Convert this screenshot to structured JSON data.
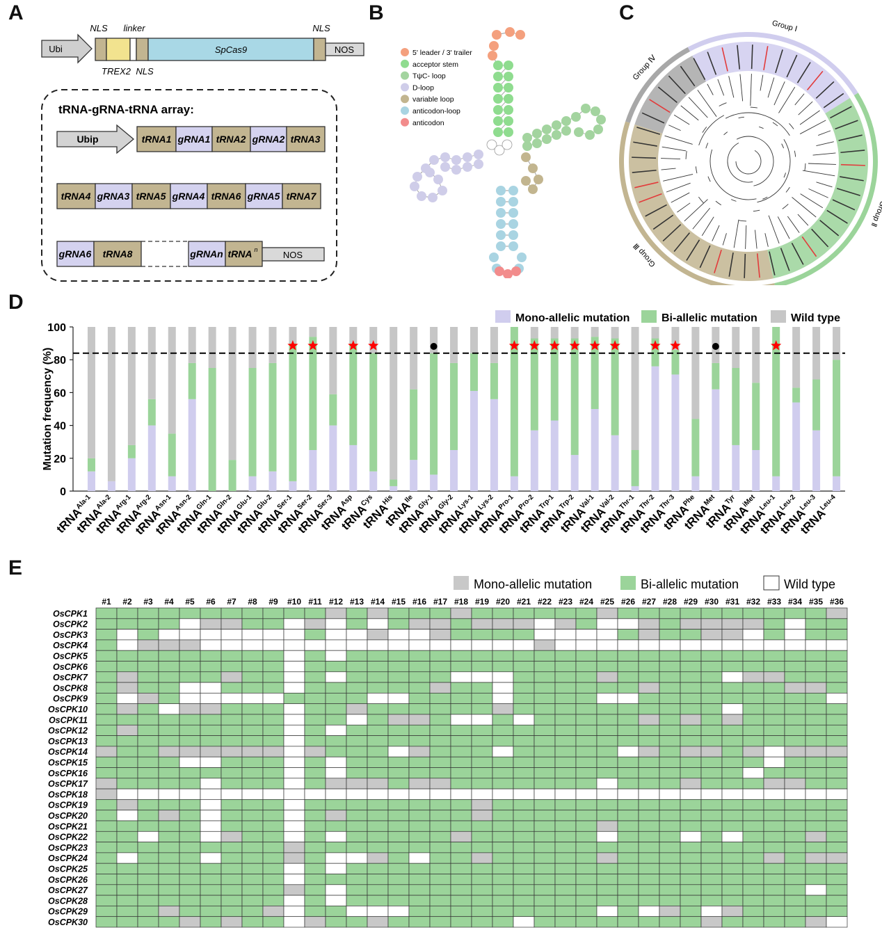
{
  "panel_a": {
    "letter": "A",
    "construct": {
      "promoter": "Ubi",
      "nls1": "NLS",
      "linker": "linker",
      "trex2": "TREX2",
      "nls2": "NLS",
      "cas9": "SpCas9",
      "nls3": "NLS",
      "terminator": "NOS"
    },
    "array_title": "tRNA-gRNA-tRNA array:",
    "row1": {
      "promoter": "Ubip",
      "parts": [
        "tRNA1",
        "gRNA1",
        "tRNA2",
        "gRNA2",
        "tRNA3"
      ]
    },
    "row2": {
      "parts": [
        "tRNA4",
        "gRNA3",
        "tRNA5",
        "gRNA4",
        "tRNA6",
        "gRNA5",
        "tRNA7"
      ]
    },
    "row3": {
      "parts_left": [
        "gRNA6",
        "tRNA8"
      ],
      "part_gn": "gRNAn",
      "part_tn": "tRNA",
      "part_tn_sup": "n",
      "terminator": "NOS"
    }
  },
  "panel_b": {
    "letter": "B",
    "legend": [
      {
        "label": "5' leader / 3' trailer",
        "color": "#f4a07e"
      },
      {
        "label": "acceptor stem",
        "color": "#8fdc8f"
      },
      {
        "label": "TψC- loop",
        "color": "#a3d49f"
      },
      {
        "label": "D-loop",
        "color": "#cfcde9"
      },
      {
        "label": "variable loop",
        "color": "#c2b58f"
      },
      {
        "label": "anticodon-loop",
        "color": "#a9d4e2"
      },
      {
        "label": "anticodon",
        "color": "#f28c8c"
      }
    ]
  },
  "panel_c": {
    "letter": "C",
    "groups": [
      "Group Ⅰ",
      "Group Ⅱ",
      "Group Ⅲ",
      "Group Ⅳ"
    ],
    "group_colors": [
      "#d0cdee",
      "#9bd49a",
      "#c2b591",
      "#a8a8a8"
    ]
  },
  "panel_d": {
    "letter": "D",
    "legend": [
      {
        "label": "Mono-allelic mutation",
        "color": "#d0cdee"
      },
      {
        "label": "Bi-allelic mutation",
        "color": "#9bd49a"
      },
      {
        "label": "Wild type",
        "color": "#c6c6c6"
      }
    ]
  },
  "chart_data": {
    "type": "bar",
    "stacked": true,
    "ylabel": "Mutation frequency (%)",
    "ylim": [
      0,
      100
    ],
    "yticks": [
      0,
      20,
      40,
      60,
      80,
      100
    ],
    "reference_line": 84,
    "categories": [
      {
        "base": "tRNA",
        "sup": "Ala-1"
      },
      {
        "base": "tRNA",
        "sup": "Ala-2"
      },
      {
        "base": "tRNA",
        "sup": "Arg-1"
      },
      {
        "base": "tRNA",
        "sup": "Arg-2"
      },
      {
        "base": "tRNA",
        "sup": "Asn-1"
      },
      {
        "base": "tRNA",
        "sup": "Asn-2"
      },
      {
        "base": "tRNA",
        "sup": "Gln-1"
      },
      {
        "base": "tRNA",
        "sup": "Gln-2"
      },
      {
        "base": "tRNA",
        "sup": "Glu-1"
      },
      {
        "base": "tRNA",
        "sup": "Glu-2"
      },
      {
        "base": "tRNA",
        "sup": "Ser-1"
      },
      {
        "base": "tRNA",
        "sup": "Ser-2"
      },
      {
        "base": "tRNA",
        "sup": "Ser-3"
      },
      {
        "base": "tRNA",
        "sup": "Asp"
      },
      {
        "base": "tRNA",
        "sup": "Cys"
      },
      {
        "base": "tRNA",
        "sup": "His"
      },
      {
        "base": "tRNA",
        "sup": "Ile"
      },
      {
        "base": "tRNA",
        "sup": "Gly-1"
      },
      {
        "base": "tRNA",
        "sup": "Gly-2"
      },
      {
        "base": "tRNA",
        "sup": "Lys-1"
      },
      {
        "base": "tRNA",
        "sup": "Lys-2"
      },
      {
        "base": "tRNA",
        "sup": "Pro-1"
      },
      {
        "base": "tRNA",
        "sup": "Pro-2"
      },
      {
        "base": "tRNA",
        "sup": "Trp-1"
      },
      {
        "base": "tRNA",
        "sup": "Trp-2"
      },
      {
        "base": "tRNA",
        "sup": "Val-1"
      },
      {
        "base": "tRNA",
        "sup": "Val-2"
      },
      {
        "base": "tRNA",
        "sup": "Thr-1"
      },
      {
        "base": "tRNA",
        "sup": "Thr-2"
      },
      {
        "base": "tRNA",
        "sup": "Thr-3"
      },
      {
        "base": "tRNA",
        "sup": "Phe"
      },
      {
        "base": "tRNA",
        "sup": "Met"
      },
      {
        "base": "tRNA",
        "sup": "Tyr"
      },
      {
        "base": "tRNA",
        "sup": "iMet"
      },
      {
        "base": "tRNA",
        "sup": "Leu-1"
      },
      {
        "base": "tRNA",
        "sup": "Leu-2"
      },
      {
        "base": "tRNA",
        "sup": "Leu-3"
      },
      {
        "base": "tRNA",
        "sup": "Leu-4"
      }
    ],
    "series": [
      {
        "name": "Mono-allelic mutation",
        "color": "#d0cdee",
        "values": [
          12,
          6,
          20,
          40,
          9,
          56,
          0,
          0,
          9,
          12,
          6,
          25,
          40,
          28,
          12,
          3,
          19,
          10,
          25,
          61,
          56,
          9,
          37,
          43,
          22,
          50,
          34,
          3,
          76,
          71,
          9,
          62,
          28,
          25,
          9,
          54,
          37,
          9
        ]
      },
      {
        "name": "Bi-allelic mutation",
        "color": "#9bd49a",
        "values": [
          8,
          0,
          8,
          16,
          26,
          22,
          75,
          19,
          66,
          66,
          84,
          69,
          19,
          62,
          72,
          4,
          43,
          74,
          53,
          23,
          22,
          91,
          56,
          50,
          71,
          44,
          59,
          22,
          17,
          15,
          35,
          16,
          47,
          41,
          91,
          9,
          31,
          71
        ]
      },
      {
        "name": "Wild type",
        "color": "#c6c6c6",
        "values": [
          80,
          94,
          72,
          44,
          65,
          22,
          25,
          81,
          25,
          22,
          10,
          6,
          41,
          10,
          16,
          93,
          38,
          16,
          22,
          16,
          22,
          0,
          7,
          7,
          7,
          6,
          7,
          75,
          7,
          14,
          56,
          22,
          25,
          34,
          0,
          37,
          32,
          20
        ]
      }
    ],
    "markers": [
      "",
      "",
      "",
      "",
      "",
      "",
      "",
      "",
      "",
      "",
      "star",
      "star",
      "",
      "star",
      "star",
      "",
      "",
      "dot",
      "",
      "",
      "",
      "star",
      "star",
      "star",
      "star",
      "star",
      "star",
      "",
      "star",
      "star",
      "",
      "dot",
      "",
      "",
      "star",
      "",
      "",
      ""
    ]
  },
  "panel_e": {
    "letter": "E",
    "legend": [
      {
        "label": "Mono-allelic mutation",
        "color": "#c8c8c8"
      },
      {
        "label": "Bi-allelic mutation",
        "color": "#9bd49a"
      },
      {
        "label": "Wild type",
        "color": "#ffffff"
      }
    ],
    "columns": [
      "#1",
      "#2",
      "#3",
      "#4",
      "#5",
      "#6",
      "#7",
      "#8",
      "#9",
      "#10",
      "#11",
      "#12",
      "#13",
      "#14",
      "#15",
      "#16",
      "#17",
      "#18",
      "#19",
      "#20",
      "#21",
      "#22",
      "#23",
      "#24",
      "#25",
      "#26",
      "#27",
      "#28",
      "#29",
      "#30",
      "#31",
      "#32",
      "#33",
      "#34",
      "#35",
      "#36"
    ],
    "rows": [
      {
        "gene": "OsCPK1",
        "cells": "BBBBBBBBBBBMBMBBBMBBBBBBMBBBBBBBBBBM"
      },
      {
        "gene": "OsCPK2",
        "cells": "BBBBWMMBBWMWBWBMMBMMMWMBWWMBMMMMBWBB"
      },
      {
        "gene": "OsCPK3",
        "cells": "BWBWWWWWWWBWWMWWMBBBBWWWWBMBBMMWBWBB"
      },
      {
        "gene": "OsCPK4",
        "cells": "BWMMMWWWWWWWWWWWWWWWWMWWWWWWWWWWWWWW"
      },
      {
        "gene": "OsCPK5",
        "cells": "BBBBBBBBBWBWBBBBBBBBBBBBBBBBBBBBBBBB"
      },
      {
        "gene": "OsCPK6",
        "cells": "BBBBBBBBBWBBBBBBBBBBBBBBBBBBBBBBBBBB"
      },
      {
        "gene": "OsCPK7",
        "cells": "BMBBBBMBBWBWBBBBBWWWBBBBMBBBBBWMMBBB"
      },
      {
        "gene": "OsCPK8",
        "cells": "BMBBWWBBBWBBBBBBMBBWBBBBBBMBBBBBBMMB"
      },
      {
        "gene": "OsCPK9",
        "cells": "BWMBWWWWWBBBBWWBBBBWBBBBWWBBBBBBBBBW"
      },
      {
        "gene": "OsCPK10",
        "cells": "BMBWMMBBBWBBMBBBBBBMBBBBBBBBBBWBBBBB"
      },
      {
        "gene": "OsCPK11",
        "cells": "BBBBBBBBBWBBWBMMBWWBWBBBBBMBMBMBBBBB"
      },
      {
        "gene": "OsCPK12",
        "cells": "BMBBBBBBBWBWBBBBBBBBBBBBBBBBBBBBBBBB"
      },
      {
        "gene": "OsCPK13",
        "cells": "BBBBBBBBBWBBBBBBBBBBBBBBBBBBBBBBBBBB"
      },
      {
        "gene": "OsCPK14",
        "cells": "MBBMMMMMMWMBBBWMBBBWBBBBBWMBMMBMWMMM"
      },
      {
        "gene": "OsCPK15",
        "cells": "BBBBWWBBBWBWBBBBBBBBBBBBBBBBBBBBWBBB"
      },
      {
        "gene": "OsCPK16",
        "cells": "BBBBBBBBBWBWBBBBBBBBBBBBBBBBBBBWBBBB"
      },
      {
        "gene": "OsCPK17",
        "cells": "MBBBBWBBBWBMMMBMMBBBBBBBWBBBMBBBMMBB"
      },
      {
        "gene": "OsCPK18",
        "cells": "MWWWWWWWWWWWWWWWWWWWWWWWWWWWWWWWWWWW"
      },
      {
        "gene": "OsCPK19",
        "cells": "BMBBBWBBBWBBBBBBBBMBBBBBBBBBBBBBBBBB"
      },
      {
        "gene": "OsCPK20",
        "cells": "BWBMBWBBBWBMBBBBBBMBBBBBBBBBBBBBBBBB"
      },
      {
        "gene": "OsCPK21",
        "cells": "BBBBBWBBBWBBBBBBBBBBBBBBMBBBBBBBBBBB"
      },
      {
        "gene": "OsCPK22",
        "cells": "BBWBBWMBBWBWBBBBBMBBBBBBWBBBWBWBBBMB"
      },
      {
        "gene": "OsCPK23",
        "cells": "BBBBBBBBBMBBBBBBBBBBBBBBBBBBBBBBBBBB"
      },
      {
        "gene": "OsCPK24",
        "cells": "BWBBBWBBBMBWWMBWBBMBBBBBMBBBBBBBMBMM"
      },
      {
        "gene": "OsCPK25",
        "cells": "BBBBBBBBBWBWBBBBBBBBBBBBBBBBBBBBBBBB"
      },
      {
        "gene": "OsCPK26",
        "cells": "BBBBBBBBBWBBBBBBBBBBBBBBBBBBBBBBBBBB"
      },
      {
        "gene": "OsCPK27",
        "cells": "BBBBBBBBBMBWBBBBBBBBBBBBBBBBBBBBBBWB"
      },
      {
        "gene": "OsCPK28",
        "cells": "BBBBBBBBBWBWBBBBBBBBBBBBBBBBBBBBBBBB"
      },
      {
        "gene": "OsCPK29",
        "cells": "BBBMBBBBMWBBWWWBBBBBBBBBWBWMBWMBBBBB"
      },
      {
        "gene": "OsCPK30",
        "cells": "BBBBMBMBBWMBBMBBBBBBWBBBBBBBBMBBBBMW"
      }
    ]
  }
}
